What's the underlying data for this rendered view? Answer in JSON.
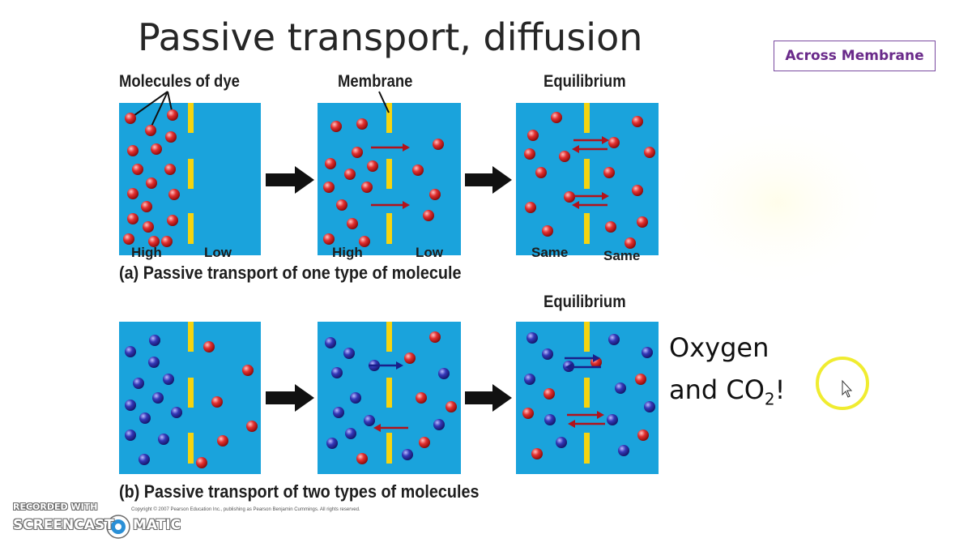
{
  "title": "Passive transport, diffusion",
  "tag": "Across Membrane",
  "labels": {
    "molecules_of_dye": "Molecules of dye",
    "membrane": "Membrane",
    "equilibrium_a": "Equilibrium",
    "equilibrium_b": "Equilibrium"
  },
  "row_a": {
    "caption": "(a)  Passive transport of one type of molecule",
    "high_1": "High",
    "low_1": "Low",
    "high_2": "High",
    "low_2": "Low",
    "same_1": "Same",
    "same_2": "Same"
  },
  "row_b": {
    "caption": "(b)  Passive transport of two types of molecules"
  },
  "side_note": {
    "line1": "Oxygen",
    "line2_prefix": "and CO",
    "line2_sub": "2",
    "line2_suffix": "!"
  },
  "copyright": "Copyright © 2007 Pearson Education Inc., publishing as Pearson Benjamin Cummings. All rights reserved.",
  "watermark": {
    "line1": "RECORDED WITH",
    "line2a": "SCREENCAST",
    "line2b": "MATIC"
  },
  "colors": {
    "panel": "#1aa3dc",
    "membrane": "#f5d40f",
    "dye_molecule": "#d62020",
    "blue_molecule": "#2a2ea8",
    "arrow": "#b3121a",
    "cursor_ring": "#f0ec30"
  },
  "icons": {
    "cursor": "mouse-pointer-icon",
    "highlight": "cursor-highlight-ring"
  }
}
